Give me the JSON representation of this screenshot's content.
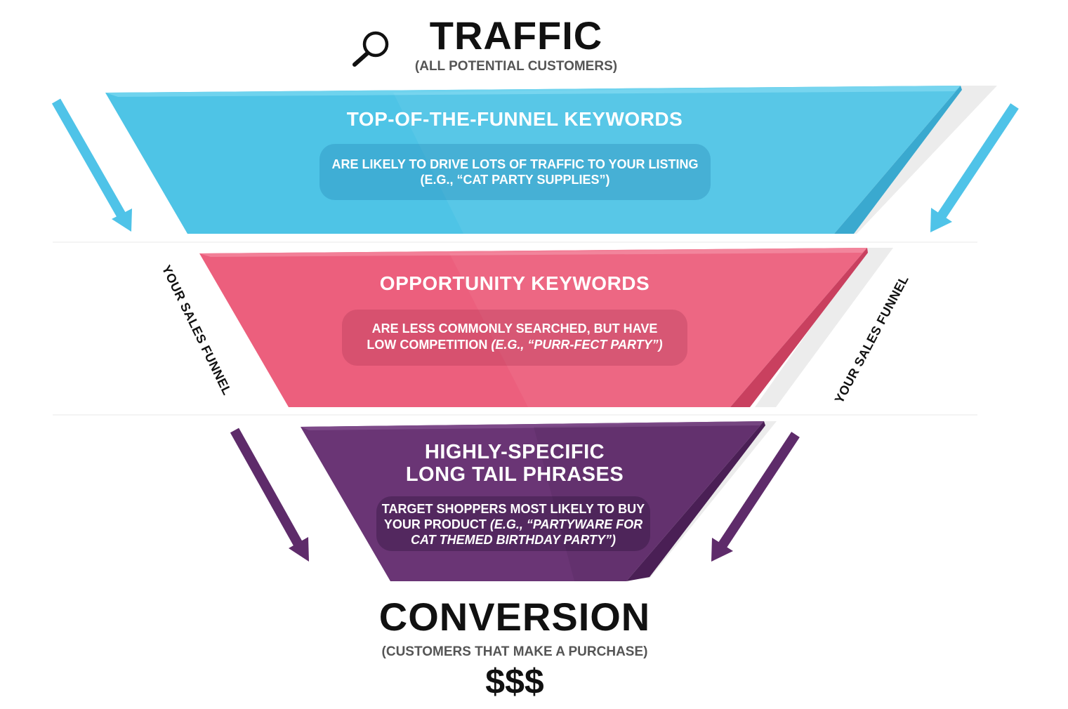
{
  "header": {
    "title": "TRAFFIC",
    "subtitle": "(ALL POTENTIAL CUSTOMERS)",
    "icon": "magnifying-glass"
  },
  "stages": [
    {
      "title_lines": [
        "TOP-OF-THE-FUNNEL KEYWORDS"
      ],
      "description_lines": [
        "ARE LIKELY TO DRIVE LOTS OF TRAFFIC TO YOUR LISTING",
        "(E.G., “CAT PARTY SUPPLIES”)"
      ],
      "color": "#4ec4e6"
    },
    {
      "title_lines": [
        "OPPORTUNITY KEYWORDS"
      ],
      "description_line1": "ARE LESS COMMONLY SEARCHED, BUT HAVE",
      "description_line2_plain": "LOW COMPETITION ",
      "description_line2_italic": "(E.G., “PURR-FECT PARTY”)",
      "color": "#ec5f7d"
    },
    {
      "title_lines": [
        "HIGHLY-SPECIFIC",
        "LONG TAIL PHRASES"
      ],
      "description_line1": "TARGET SHOPPERS MOST LIKELY TO BUY",
      "description_line2_plain": "YOUR PRODUCT ",
      "description_line2_italic": "(E.G., “PARTYWARE FOR",
      "description_line3_italic": "CAT THEMED BIRTHDAY PARTY”)",
      "color": "#6a3575"
    }
  ],
  "side_labels": {
    "left": "YOUR SALES FUNNEL",
    "right": "YOUR SALES FUNNEL"
  },
  "footer": {
    "title": "CONVERSION",
    "subtitle": "(CUSTOMERS THAT MAKE A PURCHASE)",
    "money": "$$$"
  },
  "colors": {
    "cyan": "#4ec4e6",
    "pink": "#ec5f7d",
    "purple": "#6a3575",
    "arrow_cyan": "#4fc3e8",
    "arrow_purple": "#5e2b6a",
    "shadow": "#eeeeee"
  }
}
